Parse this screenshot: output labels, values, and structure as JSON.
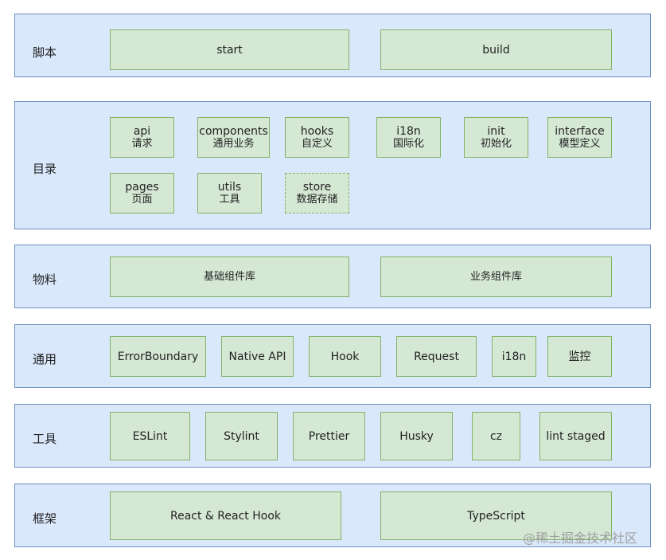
{
  "layers": {
    "scripts": {
      "label": "脚本",
      "items": [
        "start",
        "build"
      ]
    },
    "directory": {
      "label": "目录",
      "items": [
        {
          "name": "api",
          "desc": "请求"
        },
        {
          "name": "components",
          "desc": "通用业务"
        },
        {
          "name": "hooks",
          "desc": "自定义"
        },
        {
          "name": "i18n",
          "desc": "国际化"
        },
        {
          "name": "init",
          "desc": "初始化"
        },
        {
          "name": "interface",
          "desc": "模型定义"
        },
        {
          "name": "pages",
          "desc": "页面"
        },
        {
          "name": "utils",
          "desc": "工具"
        },
        {
          "name": "store",
          "desc": "数据存储"
        }
      ]
    },
    "materials": {
      "label": "物料",
      "items": [
        "基础组件库",
        "业务组件库"
      ]
    },
    "common": {
      "label": "通用",
      "items": [
        "ErrorBoundary",
        "Native API",
        "Hook",
        "Request",
        "i18n",
        "监控"
      ]
    },
    "tools": {
      "label": "工具",
      "items": [
        "ESLint",
        "Stylint",
        "Prettier",
        "Husky",
        "cz",
        "lint staged"
      ]
    },
    "framework": {
      "label": "框架",
      "items": [
        "React & React Hook",
        "TypeScript"
      ]
    }
  },
  "watermark": "@稀土掘金技术社区",
  "colors": {
    "layer_fill": "#dae8fc",
    "layer_border": "#6c8ebf",
    "box_fill": "#d5e8d4",
    "box_border": "#82b366"
  }
}
